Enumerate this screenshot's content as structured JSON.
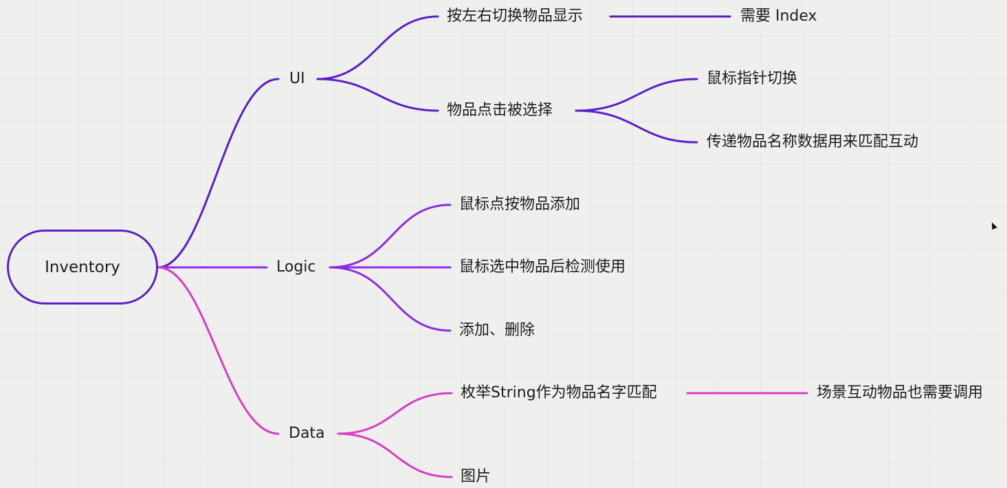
{
  "root": {
    "label": "Inventory"
  },
  "branches": {
    "ui": {
      "label": "UI",
      "children": {
        "switch": {
          "label": "按左右切换物品显示",
          "note": "需要 Index"
        },
        "select": {
          "label": "物品点击被选择",
          "children": [
            "鼠标指针切换",
            "传递物品名称数据用来匹配互动"
          ]
        }
      }
    },
    "logic": {
      "label": "Logic",
      "children": [
        "鼠标点按物品添加",
        "鼠标选中物品后检测使用",
        "添加、删除"
      ]
    },
    "data": {
      "label": "Data",
      "children": {
        "enum": {
          "label": "枚举String作为物品名字匹配",
          "note": "场景互动物品也需要调用"
        },
        "image": {
          "label": "图片"
        }
      }
    }
  },
  "colors": {
    "ui": "#5a1fc7",
    "logic": "#8a2be2",
    "data": "#d63cc8",
    "background": "#efefed"
  }
}
